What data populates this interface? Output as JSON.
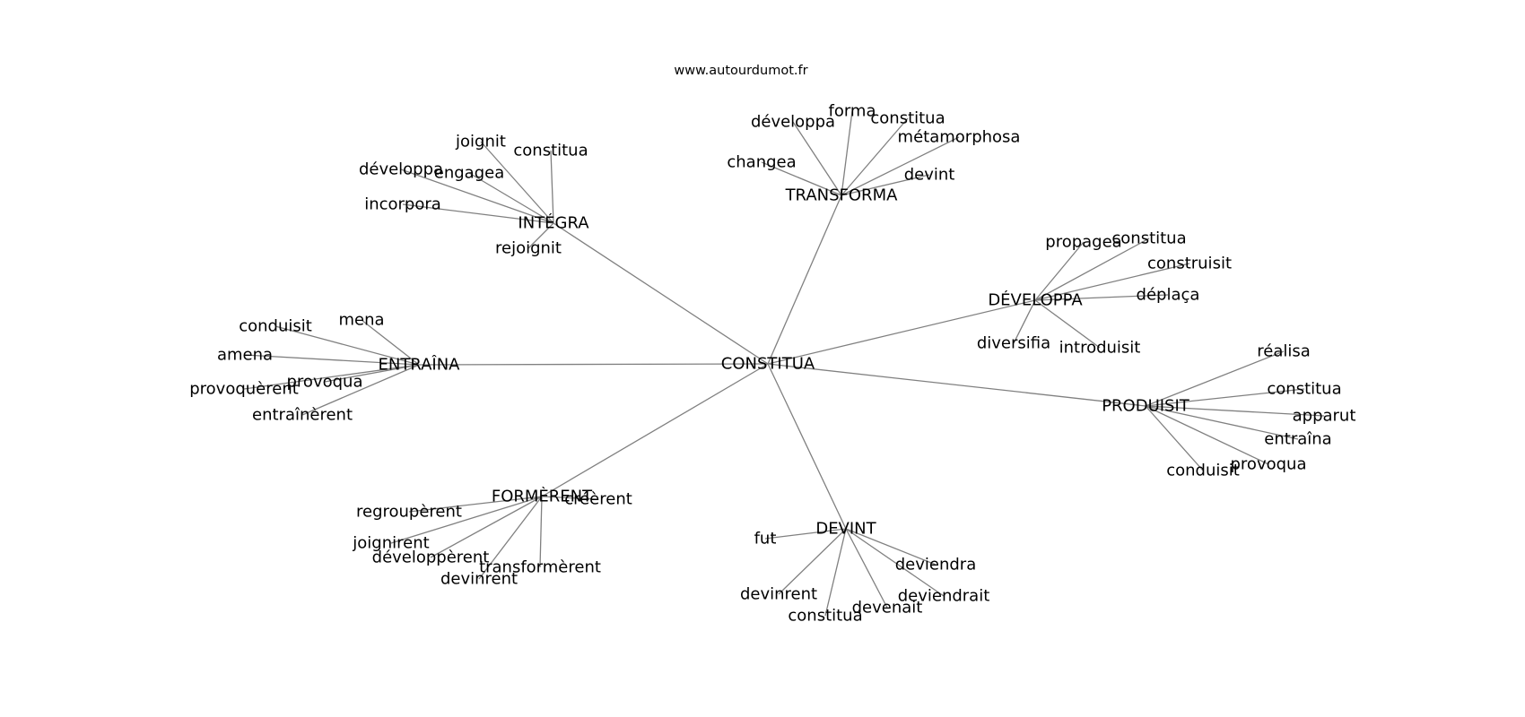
{
  "watermark": "www.autourdumot.fr",
  "graph": {
    "root": {
      "id": "root",
      "label": "CONSTITUA"
    },
    "hubs": [
      {
        "id": "integra",
        "label": "INTÉGRA",
        "leaves": [
          "joignit",
          "constitua",
          "développa",
          "engagea",
          "incorpora",
          "rejoignit"
        ]
      },
      {
        "id": "transforma",
        "label": "TRANSFORMA",
        "leaves": [
          "forma",
          "développa",
          "constitua",
          "métamorphosa",
          "changea",
          "devint"
        ]
      },
      {
        "id": "developpa",
        "label": "DÉVELOPPA",
        "leaves": [
          "propagea",
          "constitua",
          "construisit",
          "déplaça",
          "diversifia",
          "introduisit"
        ]
      },
      {
        "id": "entraina",
        "label": "ENTRAÎNA",
        "leaves": [
          "conduisit",
          "mena",
          "amena",
          "provoqua",
          "provoquèrent",
          "entraînèrent"
        ]
      },
      {
        "id": "produisit",
        "label": "PRODUISIT",
        "leaves": [
          "réalisa",
          "constitua",
          "apparut",
          "entraîna",
          "provoqua",
          "conduisit"
        ]
      },
      {
        "id": "formerent",
        "label": "FORMÈRENT",
        "leaves": [
          "créèrent",
          "regroupèrent",
          "joignirent",
          "développèrent",
          "transformèrent",
          "devinrent"
        ]
      },
      {
        "id": "devint",
        "label": "DEVINT",
        "leaves": [
          "fut",
          "deviendra",
          "devinrent",
          "deviendrait",
          "devenait",
          "constitua"
        ]
      }
    ]
  }
}
